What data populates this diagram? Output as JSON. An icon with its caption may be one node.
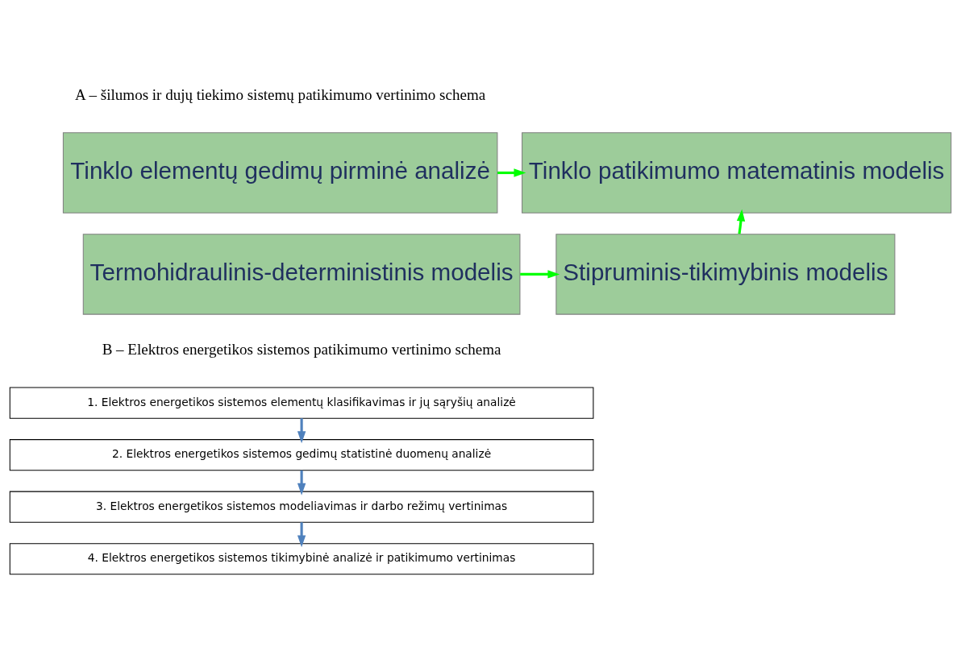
{
  "diagram": {
    "nodes": [
      {
        "text": [
          "Tinklo elementų gedimų pirminė analizė"
        ]
      },
      {
        "text": [
          "Tinklo patikimumo matematinis modelis"
        ]
      },
      {
        "text": [
          "Termohidraulinis-deterministinis modelis"
        ]
      },
      {
        "text": [
          "Stipruminis-tikimybinis modelis"
        ]
      },
      {
        "text": [
          "1. Elektros energetikos sistemos elementų klasifikavimas ir jų sąryšių analizė"
        ]
      },
      {
        "text": [
          "2. Elektros energetikos sistemos gedimų statistinė duomenų analizė"
        ]
      },
      {
        "text": [
          "3. Elektros energetikos sistemos modeliavimas ir darbo režimų vertinimas"
        ]
      },
      {
        "text": [
          "4. Elektros energetikos sistemos tikimybinė analizė ir patikimumo vertinimas"
        ]
      }
    ],
    "edges": [
      {
        "from": 0,
        "to": 1,
        "arrow": "to",
        "color": "#00ff00"
      },
      {
        "from": 2,
        "to": 3,
        "arrow": "to",
        "color": "#00ff00"
      },
      {
        "from": 3,
        "to": 1,
        "arrow": "to",
        "color": "#00ff00"
      },
      {
        "from": 4,
        "to": 5,
        "arrow": "to",
        "color": "#4f81bd"
      },
      {
        "from": 5,
        "to": 6,
        "arrow": "to",
        "color": "#4f81bd"
      },
      {
        "from": 6,
        "to": 7,
        "arrow": "to",
        "color": "#4f81bd"
      }
    ],
    "labels": [
      "A – šilumos ir dujų tiekimo sistemų patikimumo vertinimo schema",
      "B – Elektros energetikos sistemos patikimumo vertinimo schema"
    ]
  }
}
